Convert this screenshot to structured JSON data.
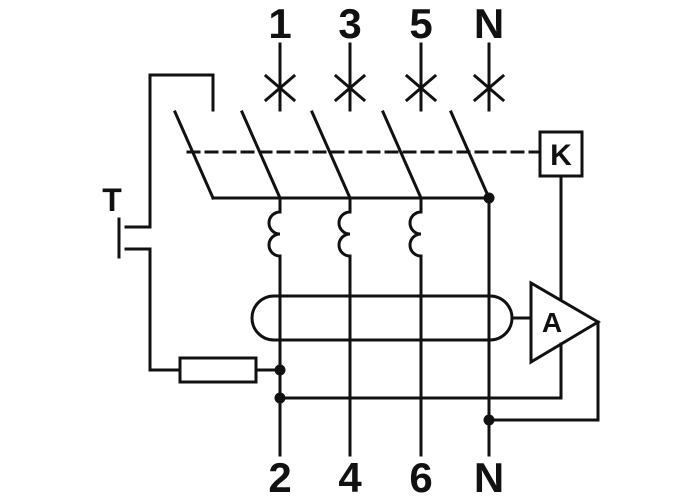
{
  "diagram": {
    "type": "residual-current-device-internal-schematic",
    "colors": {
      "line": "#111111",
      "background": "#ffffff"
    },
    "top_terminals": [
      "1",
      "3",
      "5",
      "N"
    ],
    "bottom_terminals": [
      "2",
      "4",
      "6",
      "N"
    ],
    "labels": {
      "test_button": "T",
      "trip_relay": "K",
      "amplifier": "A"
    }
  }
}
